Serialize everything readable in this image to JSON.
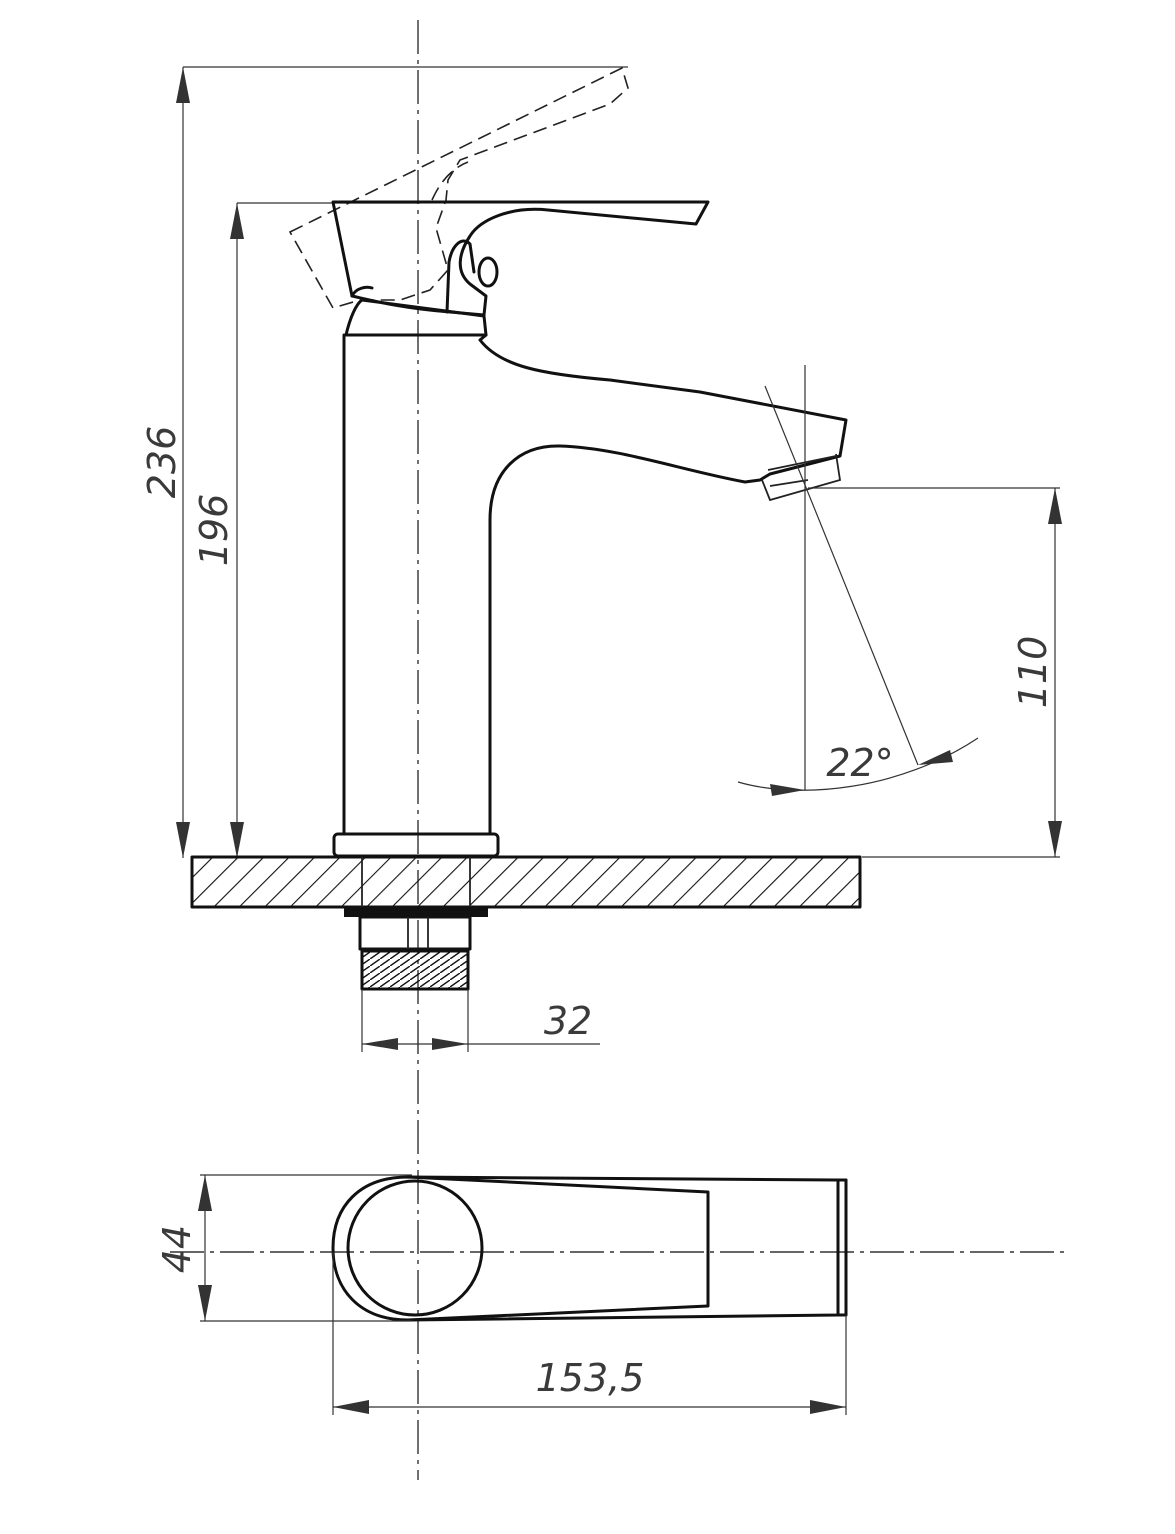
{
  "dimensions": {
    "total_height": "236",
    "lever_height": "196",
    "spout_height": "110",
    "spout_angle": "22°",
    "thread_diameter": "32",
    "base_width": "44",
    "spout_length": "153,5"
  }
}
